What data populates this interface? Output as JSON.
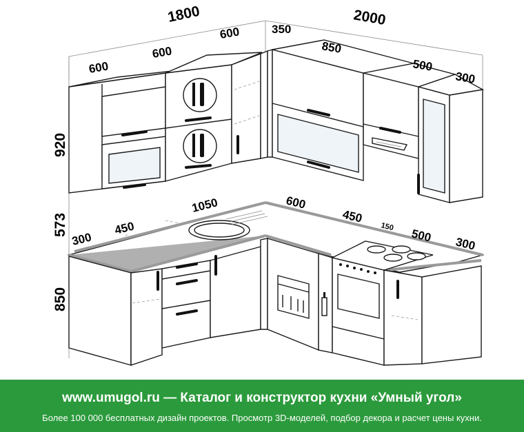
{
  "dimensions": {
    "top_left_total": "1800",
    "top_right_total": "2000",
    "upper_left_1": "600",
    "upper_left_2": "600",
    "upper_left_corner": "600",
    "upper_right_corner": "350",
    "upper_right_1": "850",
    "upper_right_2": "500",
    "upper_right_3": "300",
    "height_upper": "920",
    "height_gap": "573",
    "height_base": "850",
    "base_left_1": "300",
    "base_left_2": "450",
    "base_left_3": "1050",
    "base_right_1": "600",
    "base_right_2": "450",
    "base_right_3": "150",
    "base_right_4": "500",
    "base_right_5": "300"
  },
  "banner": {
    "title": "www.umugol.ru  —  Каталог и конструктор кухни «Умный угол»",
    "subtitle": "Более 100 000 бесплатных дизайн проектов. Просмотр 3D-моделей, подбор декора и расчет цены кухни."
  },
  "colors": {
    "banner": "#2b9a3c",
    "countertop": "#b0b0b0",
    "glass": "#eef4f8"
  }
}
